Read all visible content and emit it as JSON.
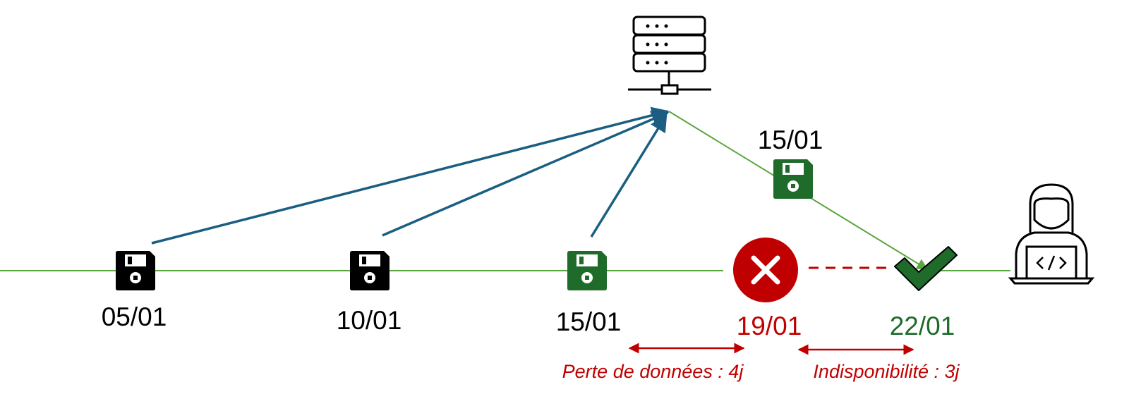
{
  "colors": {
    "timeline": "#5aa63f",
    "arrow_blue": "#1b5e82",
    "loss_red": "#c00000",
    "recover_green": "#1e6b2a",
    "disk_black": "#000000",
    "disk_green": "#1e6b2a"
  },
  "icons": {
    "server": "server-rack-icon",
    "user": "developer-at-laptop-icon",
    "backup": "floppy-disk-icon",
    "failure": "red-x-circle-icon",
    "restore": "green-checkmark-icon"
  },
  "backups": [
    {
      "date": "05/01",
      "color": "black"
    },
    {
      "date": "10/01",
      "color": "black"
    },
    {
      "date": "15/01",
      "color": "green"
    }
  ],
  "restored_backup": {
    "date": "15/01"
  },
  "failure": {
    "date": "19/01"
  },
  "recovery": {
    "date": "22/01"
  },
  "data_loss": {
    "label": "Perte de données : 4j"
  },
  "downtime": {
    "label": "Indisponibilité : 3j"
  }
}
